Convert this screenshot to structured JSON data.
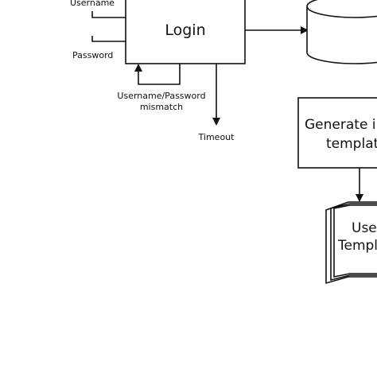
{
  "login_box": {
    "label": "Login"
  },
  "inputs": {
    "username": "Username",
    "password": "Password"
  },
  "loop_label": {
    "line1": "Username/Password",
    "line2": "mismatch"
  },
  "timeout_label": "Timeout",
  "generate_box": {
    "line1": "Generate i",
    "line2": "templat"
  },
  "template_doc": {
    "line1": "Usen",
    "line2": "Templa"
  },
  "database": {
    "icon": "database-cylinder-icon"
  },
  "colors": {
    "stroke": "#111111",
    "background": "#ffffff"
  }
}
